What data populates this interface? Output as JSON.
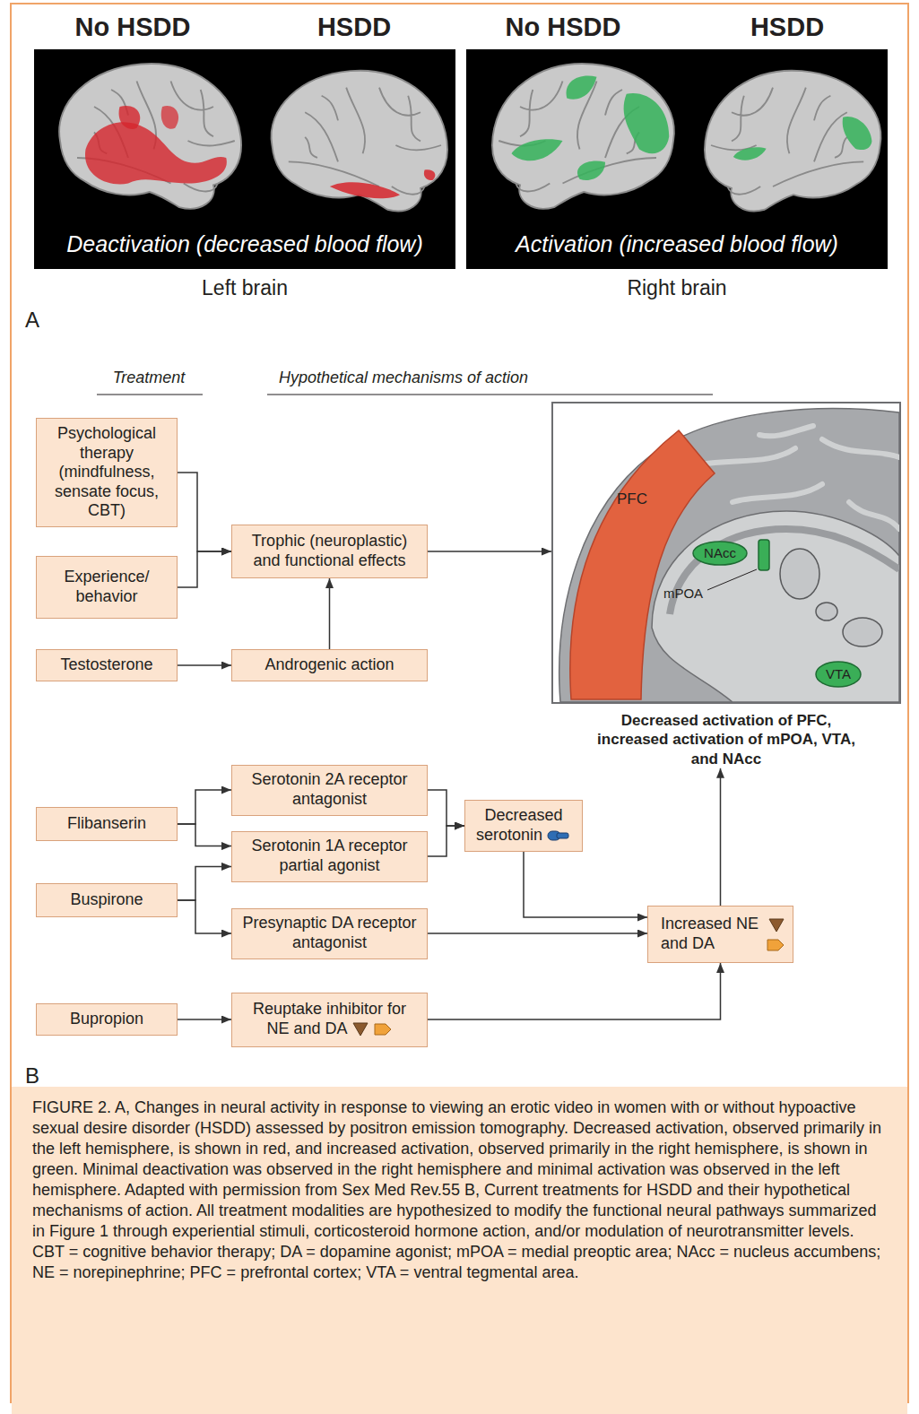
{
  "diagram": {
    "caption": "FIGURE 2. A, Changes in neural activity in response to viewing an erotic video in women with or without hypoactive sexual desire disorder (HSDD) assessed by positron emission tomography. Decreased activation, observed primarily in the left hemisphere, is shown in red, and increased activation, observed primarily in the right hemisphere, is shown in green. Minimal deactivation was observed in the right hemisphere and minimal activation was observed in the left hemisphere. Adapted with permission from Sex Med Rev.55 B, Current treatments for HSDD and their hypothetical mechanisms of action. All treatment modalities are hypothesized to modify the functional neural pathways summarized in Figure 1 through experiential stimuli, corticosteroid hormone action, and/or modulation of neurotransmitter levels. CBT = cognitive behavior therapy; DA = dopamine agonist; mPOA = medial preoptic area; NAcc = nucleus accumbens; NE = norepinephrine; PFC = prefrontal cortex; VTA = ventral tegmental area.",
    "nodes": [
      {
        "text": [
          "Psychological therapy (mindfulness, sensate focus, CBT)"
        ]
      },
      {
        "text": [
          "Experience/ behavior"
        ]
      },
      {
        "text": [
          "Testosterone"
        ]
      },
      {
        "text": [
          "Trophic (neuroplastic) and functional effects"
        ]
      },
      {
        "text": [
          "Androgenic action"
        ]
      },
      {
        "text": [
          "Decreased activation of PFC, increased activation of mPOA, VTA, and NAcc"
        ]
      },
      {
        "text": [
          "Flibanserin"
        ]
      },
      {
        "text": [
          "Buspirone"
        ]
      },
      {
        "text": [
          "Bupropion"
        ]
      },
      {
        "text": [
          "Serotonin 2A receptor antagonist"
        ]
      },
      {
        "text": [
          "Serotonin 1A receptor partial agonist"
        ]
      },
      {
        "text": [
          "Presynaptic DA receptor antagonist"
        ]
      },
      {
        "text": [
          "Reuptake inhibitor for NE and DA"
        ]
      },
      {
        "text": [
          "Decreased serotonin"
        ]
      },
      {
        "text": [
          "Increased NE and DA"
        ]
      }
    ],
    "edges": [
      {
        "from": 0,
        "to": 3,
        "arrow": "to"
      },
      {
        "from": 1,
        "to": 3,
        "arrow": "to"
      },
      {
        "from": 2,
        "to": 4,
        "arrow": "to"
      },
      {
        "from": 4,
        "to": 3,
        "arrow": "to"
      },
      {
        "from": 3,
        "to": 5,
        "arrow": "to"
      },
      {
        "from": 6,
        "to": 9,
        "arrow": "to"
      },
      {
        "from": 6,
        "to": 10,
        "arrow": "to"
      },
      {
        "from": 7,
        "to": 10,
        "arrow": "to"
      },
      {
        "from": 7,
        "to": 11,
        "arrow": "to"
      },
      {
        "from": 9,
        "to": 13,
        "arrow": "to"
      },
      {
        "from": 10,
        "to": 13,
        "arrow": "to"
      },
      {
        "from": 13,
        "to": 14,
        "arrow": "to"
      },
      {
        "from": 11,
        "to": 14,
        "arrow": "to"
      },
      {
        "from": 8,
        "to": 12,
        "arrow": "to"
      },
      {
        "from": 12,
        "to": 14,
        "arrow": "to"
      },
      {
        "from": 14,
        "to": 5,
        "arrow": "to"
      }
    ],
    "labels": [
      "No HSDD",
      "HSDD",
      "No HSDD",
      "HSDD",
      "Deactivation (decreased blood flow)",
      "Activation (increased blood flow)",
      "Left brain",
      "Right brain",
      "A",
      "Treatment",
      "Hypothetical mechanisms of action",
      "PFC",
      "NAcc",
      "mPOA",
      "VTA",
      "B"
    ]
  }
}
